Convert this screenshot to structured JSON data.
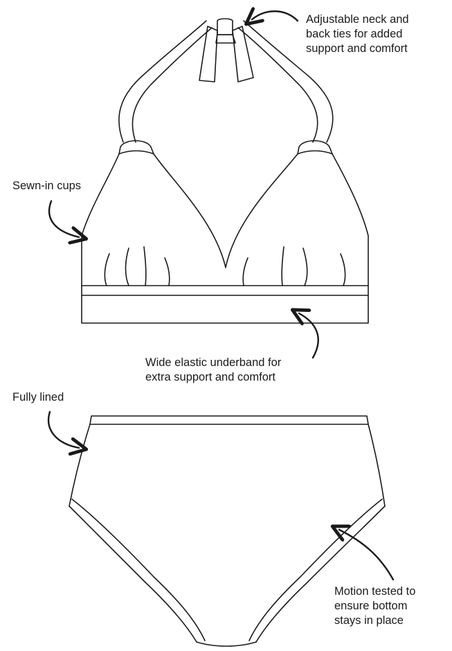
{
  "annotations": {
    "neck_ties": {
      "lines": [
        "Adjustable neck and",
        "back ties for added",
        "support and comfort"
      ]
    },
    "sewn_in_cups": {
      "lines": [
        "Sewn-in cups"
      ]
    },
    "underband": {
      "lines": [
        "Wide elastic underband for",
        "extra support and comfort"
      ]
    },
    "fully_lined": {
      "lines": [
        "Fully lined"
      ]
    },
    "motion_tested": {
      "lines": [
        "Motion tested to",
        "ensure bottom",
        "stays in place"
      ]
    }
  },
  "colors": {
    "ink": "#1a1a1a",
    "background": "#ffffff"
  }
}
